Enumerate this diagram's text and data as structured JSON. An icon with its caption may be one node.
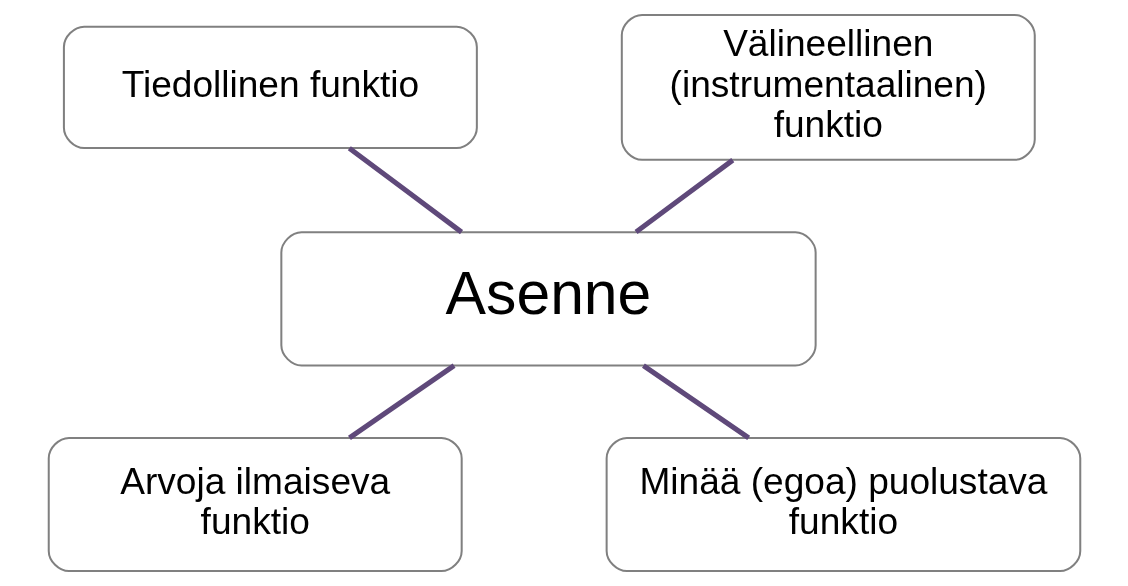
{
  "diagram": {
    "nodes": [
      {
        "text": [
          "Tiedollinen funktio"
        ]
      },
      {
        "text": [
          "Välineellinen (instrumentaalinen) funktio"
        ]
      },
      {
        "text": [
          "Asenne"
        ]
      },
      {
        "text": [
          "Arvoja ilmaiseva funktio"
        ]
      },
      {
        "text": [
          "Minää (egoa) puolustava funktio"
        ]
      }
    ],
    "edges": [
      {
        "from": 0,
        "to": 2,
        "arrow": "none",
        "color": "#5f497a"
      },
      {
        "from": 1,
        "to": 2,
        "arrow": "none",
        "color": "#5f497a"
      },
      {
        "from": 2,
        "to": 3,
        "arrow": "none",
        "color": "#5f497a"
      },
      {
        "from": 2,
        "to": 4,
        "arrow": "none",
        "color": "#5f497a"
      }
    ]
  }
}
